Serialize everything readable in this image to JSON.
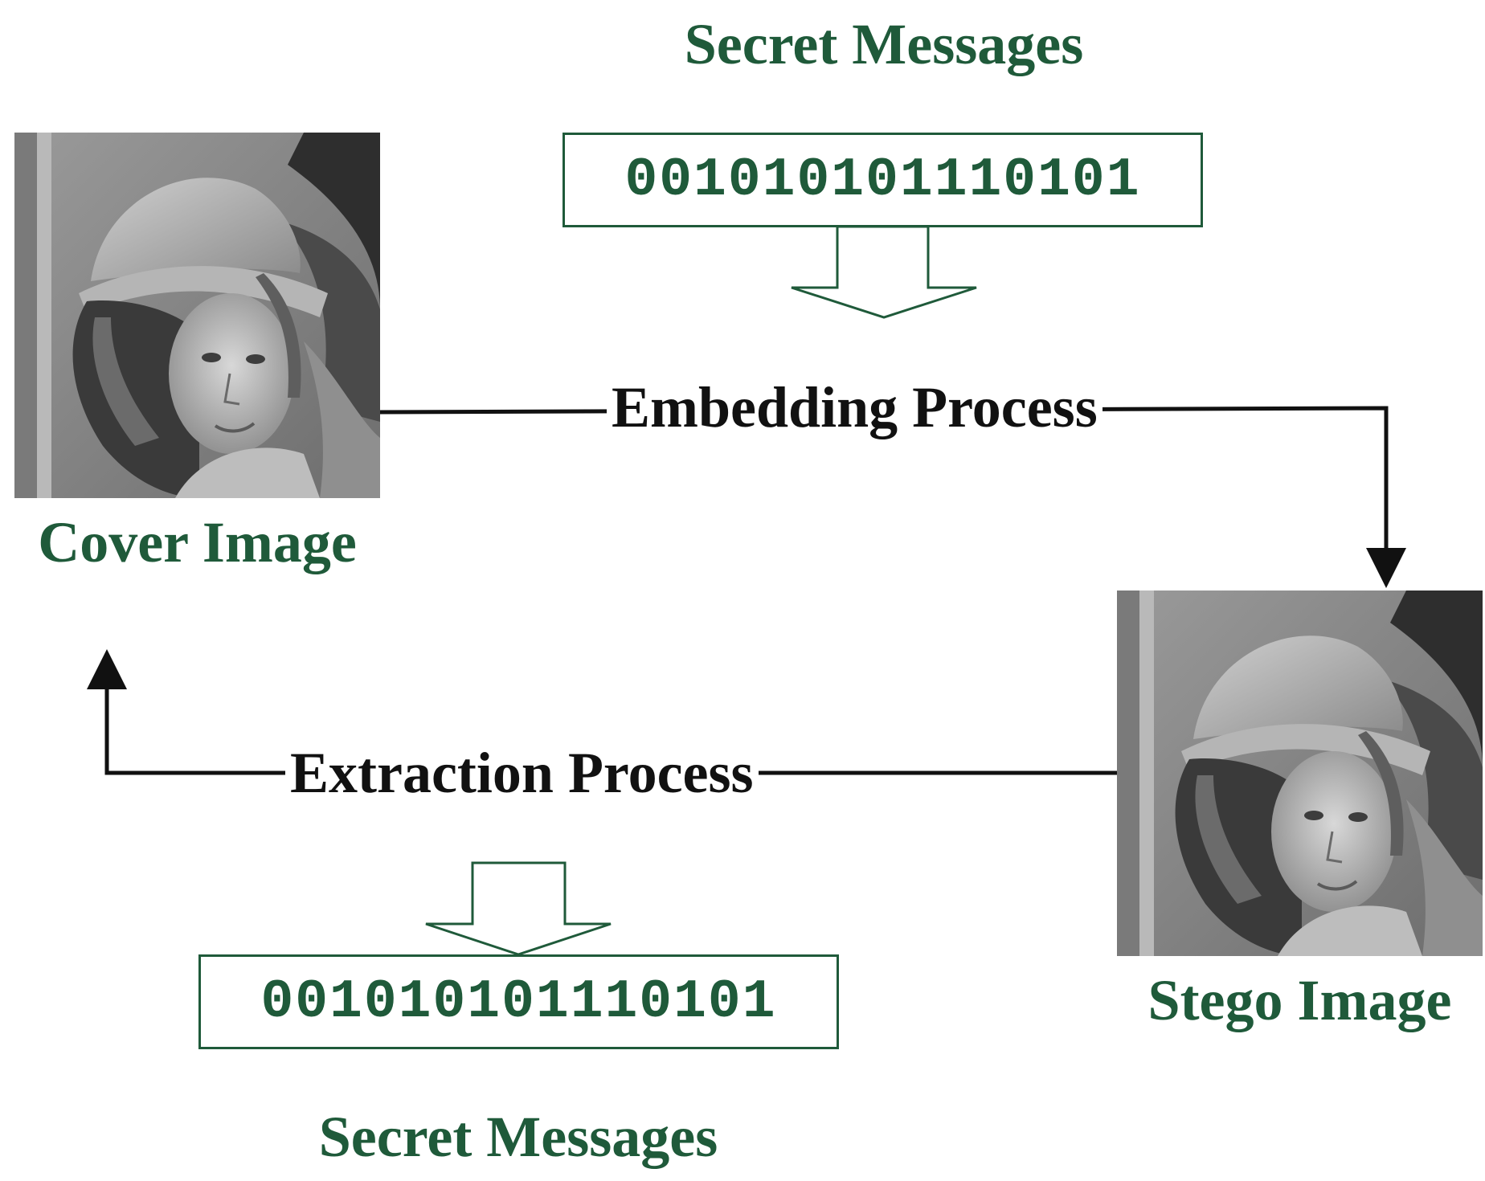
{
  "top": {
    "title": "Secret Messages",
    "bits": "001010101110101"
  },
  "embedding": {
    "label": "Embedding Process"
  },
  "extraction": {
    "label": "Extraction Process"
  },
  "cover": {
    "caption": "Cover Image",
    "image_icon": "portrait-photo"
  },
  "stego": {
    "caption": "Stego Image",
    "image_icon": "portrait-photo"
  },
  "bottom": {
    "title": "Secret Messages",
    "bits": "001010101110101"
  },
  "colors": {
    "label_green": "#1f5a3a",
    "line_black": "#111111"
  }
}
